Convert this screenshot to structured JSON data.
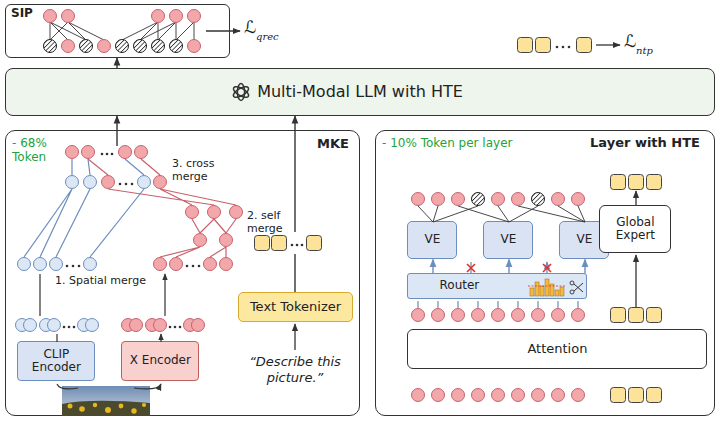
{
  "diagram": {
    "nodes": [
      {
        "text": [
          "SIP"
        ]
      },
      {
        "text": [
          "Multi-Modal LLM with HTE"
        ]
      },
      {
        "text": [
          "MKE",
          "- 68% Token"
        ]
      },
      {
        "text": [
          "CLIP Encoder"
        ],
        "in": 2
      },
      {
        "text": [
          "X Encoder"
        ],
        "in": 2
      },
      {
        "text": [
          "Text Tokenizer"
        ]
      },
      {
        "text": [
          "Layer with HTE",
          "- 10% Token per layer"
        ]
      },
      {
        "text": [
          "VE"
        ],
        "in": 6
      },
      {
        "text": [
          "VE"
        ],
        "in": 6
      },
      {
        "text": [
          "VE"
        ],
        "in": 6
      },
      {
        "text": [
          "Global Expert"
        ],
        "in": 6
      },
      {
        "text": [
          "Router"
        ],
        "in": 6
      },
      {
        "text": [
          "Attention"
        ],
        "in": 6
      }
    ],
    "edges": [
      {
        "from": 1,
        "to": 0,
        "arrow": "to"
      },
      {
        "from": 2,
        "to": 1,
        "arrow": "to"
      },
      {
        "from": 5,
        "to": 1,
        "arrow": "to"
      },
      {
        "from": 11,
        "to": 7,
        "arrow": "to"
      },
      {
        "from": 11,
        "to": 8,
        "arrow": "to"
      },
      {
        "from": 11,
        "to": 9,
        "arrow": "to"
      }
    ],
    "labels": [
      "ℒ",
      "qrec",
      "ℒ",
      "ntp",
      "3. cross merge",
      "2. self merge",
      "1. Spatial merge",
      "“Describe this picture.”"
    ]
  }
}
